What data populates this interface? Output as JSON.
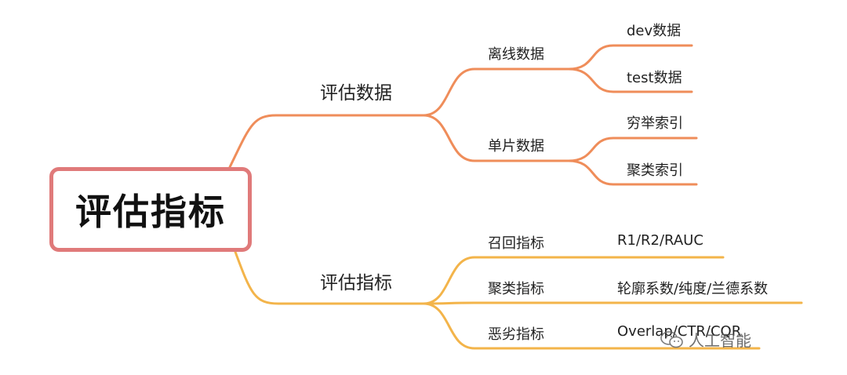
{
  "colors": {
    "branch_top": "#ef8d5a",
    "branch_bottom": "#f3b44a",
    "root_border": "#e07a7a"
  },
  "root": {
    "label": "评估指标"
  },
  "branches": [
    {
      "label": "评估数据",
      "children": [
        {
          "label": "离线数据",
          "children": [
            {
              "label": "dev数据"
            },
            {
              "label": "test数据"
            }
          ]
        },
        {
          "label": "单片数据",
          "children": [
            {
              "label": "穷举索引"
            },
            {
              "label": "聚类索引"
            }
          ]
        }
      ]
    },
    {
      "label": "评估指标",
      "children": [
        {
          "label": "召回指标",
          "children": [
            {
              "label": "R1/R2/RAUC"
            }
          ]
        },
        {
          "label": "聚类指标",
          "children": [
            {
              "label": "轮廓系数/纯度/兰德系数"
            }
          ]
        },
        {
          "label": "恶劣指标",
          "children": [
            {
              "label": "Overlap/CTR/CQR"
            }
          ]
        }
      ]
    }
  ],
  "watermark": {
    "text": "人工智能",
    "icon": "wechat-icon"
  }
}
